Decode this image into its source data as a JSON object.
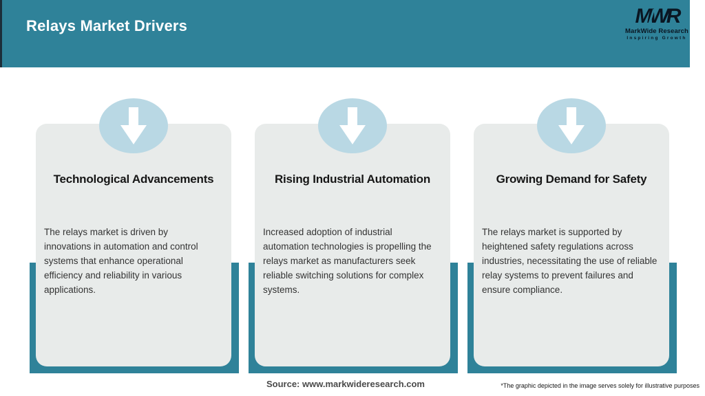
{
  "header": {
    "title": "Relays Market Drivers"
  },
  "logo": {
    "monogram": "MWR",
    "name": "MarkWide Research",
    "tagline": "Inspiring Growth"
  },
  "cards": [
    {
      "icon": "down-arrow-icon",
      "title": "Technological Advancements",
      "description": "The relays market is driven by\ninnovations in automation and control\nsystems that enhance operational\nefficiency and reliability in various\napplications."
    },
    {
      "icon": "down-arrow-icon",
      "title": "Rising Industrial Automation",
      "description": "Increased adoption of industrial\nautomation technologies is propelling the\nrelays market as manufacturers seek\nreliable switching solutions for complex\nsystems."
    },
    {
      "icon": "down-arrow-icon",
      "title": "Growing Demand for Safety",
      "description": "The relays market is supported by\nheightened safety regulations across\nindustries, necessitating the use of reliable\nrelay systems to prevent failures and\nensure compliance."
    }
  ],
  "footer": {
    "source": "Source: www.markwideresearch.com",
    "disclaimer": "*The graphic depicted in the image serves solely for illustrative purposes"
  },
  "colors": {
    "teal": "#2F8299",
    "dark_edge": "#1C2E3A",
    "circle_blue": "#B9D8E4",
    "card_bg": "#E8EBEA",
    "header_text": "#FFFFFF",
    "title_text": "#161616",
    "body_text": "#333333",
    "source_text": "#4A4A4A"
  }
}
